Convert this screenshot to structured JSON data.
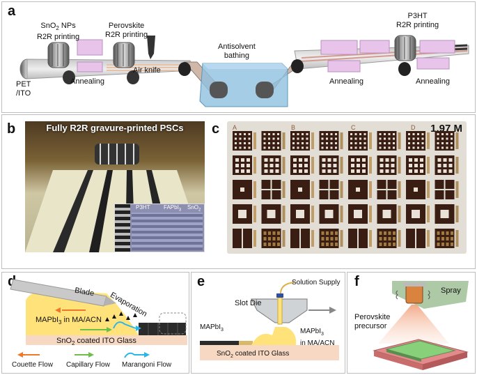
{
  "panel_a": {
    "label": "a",
    "sno2_printing": [
      "SnO",
      "2",
      " NPs",
      "R2R printing"
    ],
    "perovskite_printing": [
      "Perovskite",
      "R2R printing"
    ],
    "p3ht_printing": [
      "P3HT",
      "R2R printing"
    ],
    "substrate": [
      "PET",
      "/ITO"
    ],
    "annealing": "Annealing",
    "air_knife": "Air knife",
    "antisolvent": [
      "Antisolvent",
      "bathing"
    ]
  },
  "panel_b": {
    "label": "b",
    "banner": "Fully R2R gravure-printed PSCs",
    "inset_labels": [
      "P3HT",
      "FAPbI",
      "3",
      "SnO",
      "2"
    ]
  },
  "panel_c": {
    "label": "c",
    "size_label": "1.97 M",
    "column_letters": [
      "A",
      "B",
      "C",
      "D"
    ]
  },
  "panel_d": {
    "label": "d",
    "blade": "Blade",
    "evaporation": "Evaporation",
    "ink": [
      "MAPbI",
      "3",
      " in MA/ACN"
    ],
    "substrate": [
      "SnO",
      "2",
      " coated ITO Glass"
    ],
    "legend": [
      "Couette Flow",
      "Capillary Flow",
      "Marangoni Flow"
    ],
    "colors": {
      "couette": "#f0762a",
      "capillary": "#6cbf4b",
      "marangoni": "#29b6e8"
    }
  },
  "panel_e": {
    "label": "e",
    "slot_die": "Slot Die",
    "solution_supply": "Solution Supply",
    "film": [
      "MAPbI",
      "3"
    ],
    "ink": [
      "MAPbI",
      "3",
      "in MA/ACN"
    ],
    "substrate": [
      "SnO",
      "2",
      " coated ITO Glass"
    ]
  },
  "panel_f": {
    "label": "f",
    "spray": "Spray",
    "precursor": [
      "Perovskite",
      "precursor"
    ]
  }
}
